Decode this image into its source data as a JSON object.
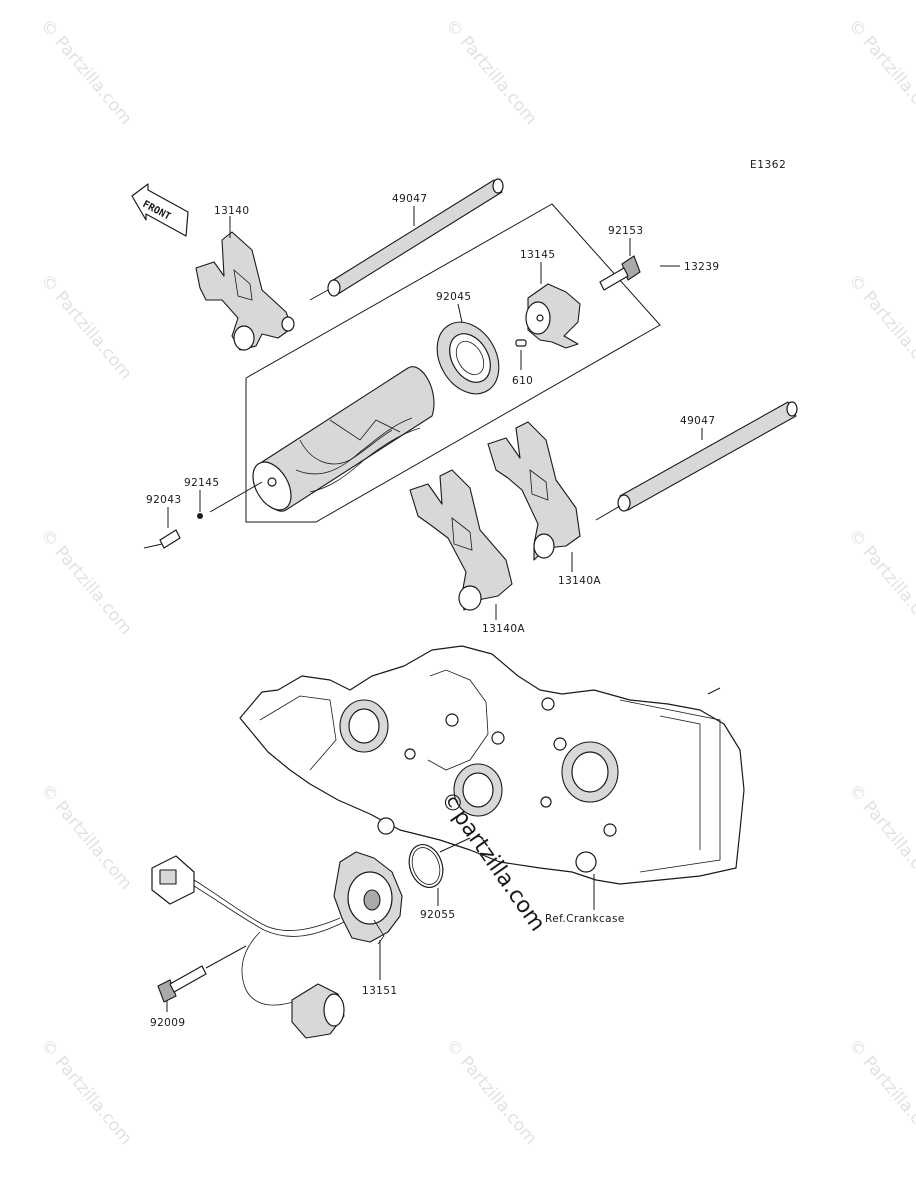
{
  "diagram_code": "E1362",
  "front_label": "FRONT",
  "watermark": "© Partzilla.com",
  "watermark_center": "©partzilla.com",
  "ref_label": "Ref.Crankcase",
  "parts": {
    "p13140": "13140",
    "p49047_top": "49047",
    "p13145": "13145",
    "p92153": "92153",
    "p13239": "13239",
    "p92045": "92045",
    "p610": "610",
    "p49047_mid": "49047",
    "p92145": "92145",
    "p92043": "92043",
    "p13140A_right": "13140A",
    "p13140A_left": "13140A",
    "p92055": "92055",
    "p13151": "13151",
    "p92009": "92009"
  }
}
